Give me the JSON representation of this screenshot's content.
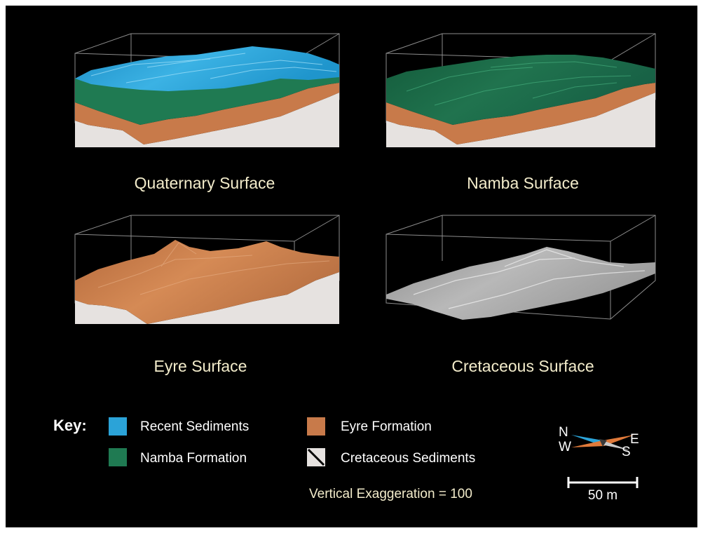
{
  "panels": [
    {
      "title": "Quaternary Surface",
      "top_layer": "recent"
    },
    {
      "title": "Namba Surface",
      "top_layer": "namba"
    },
    {
      "title": "Eyre Surface",
      "top_layer": "eyre"
    },
    {
      "title": "Cretaceous Surface",
      "top_layer": "cretaceous"
    }
  ],
  "key": {
    "title": "Key:",
    "items": [
      {
        "label": "Recent Sediments",
        "color": "#2ba3d8"
      },
      {
        "label": "Namba Formation",
        "color": "#1f7a52"
      },
      {
        "label": "Eyre Formation",
        "color": "#c87a4a"
      },
      {
        "label": "Cretaceous Sediments",
        "color": "#e6e2e0"
      }
    ]
  },
  "vertical_exaggeration": "Vertical Exaggeration = 100",
  "compass": {
    "n": "N",
    "e": "E",
    "s": "S",
    "w": "W"
  },
  "scale_bar": {
    "label": "50 m"
  },
  "colors": {
    "recent": "#2ba3d8",
    "namba": "#1f7a52",
    "eyre": "#c87a4a",
    "cretaceous": "#e6e2e0",
    "title_text": "#f3eccb"
  }
}
